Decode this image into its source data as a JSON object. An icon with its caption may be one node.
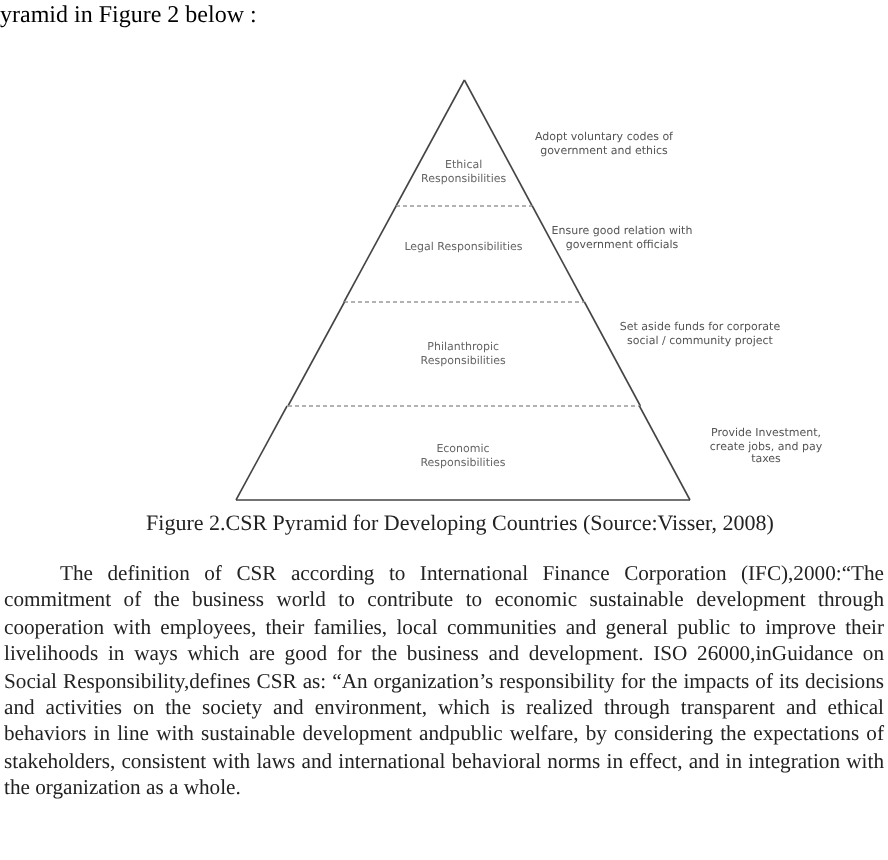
{
  "diagram": {
    "caption": "Figure 2.CSR Pyramid for Developing Countries (Source:Visser, 2008)",
    "nodes": [
      {
        "text": [
          "Ethical Responsibilities"
        ],
        "beside": [
          "Adopt voluntary codes of government and ethics"
        ]
      },
      {
        "text": [
          "Legal Responsibilities"
        ],
        "beside": [
          "Ensure good relation with government officials"
        ]
      },
      {
        "text": [
          "Philanthropic Responsibilities"
        ],
        "beside": [
          "Set aside funds for corporate social / community project"
        ]
      },
      {
        "text": [
          "Economic Responsibilities"
        ],
        "beside": [
          "Provide Investment, create jobs, and pay taxes"
        ]
      }
    ],
    "edges": [],
    "labels": [
      "yramid in Figure 2 below :",
      "The definition of CSR according to International Finance Corporation (IFC),2000:“The commitment of the business world to contribute to economic sustainable development through cooperation with employees, their families, local communities and general public to improve their livelihoods in ways which are good for the business and development. ISO 26000,inGuidance on Social Responsibility,defines CSR as: “An organization’s responsibility for the impacts of its decisions and activities on the society and environment, which is realized through transparent and ethical behaviors in line with sustainable development andpublic welfare, by considering the expectations of stakeholders, consistent with laws and international behavioral norms in effect, and in integration with the organization as a whole."
    ]
  }
}
